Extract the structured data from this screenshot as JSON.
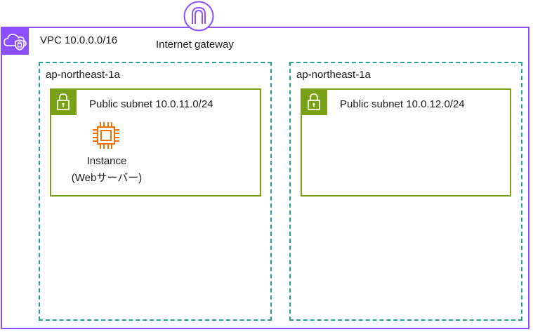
{
  "vpc": {
    "label": "VPC 10.0.0.0/16",
    "color": "#8C4FFF",
    "icon": "vpc-cloud-shield-icon"
  },
  "internet_gateway": {
    "label": "Internet gateway",
    "icon": "internet-gateway-icon"
  },
  "availability_zones": [
    {
      "label": "ap-northeast-1a",
      "subnet": {
        "label": "Public subnet 10.0.11.0/24",
        "icon": "lock-icon",
        "instance": {
          "label_line1": "Instance",
          "label_line2": "(Webサーバー)",
          "icon": "ec2-chip-icon"
        }
      }
    },
    {
      "label": "ap-northeast-1a",
      "subnet": {
        "label": "Public subnet 10.0.12.0/24",
        "icon": "lock-icon"
      }
    }
  ],
  "colors": {
    "vpc": "#8C4FFF",
    "az_border": "#1fa392",
    "subnet": "#7AA116",
    "instance": "#ED7100"
  }
}
